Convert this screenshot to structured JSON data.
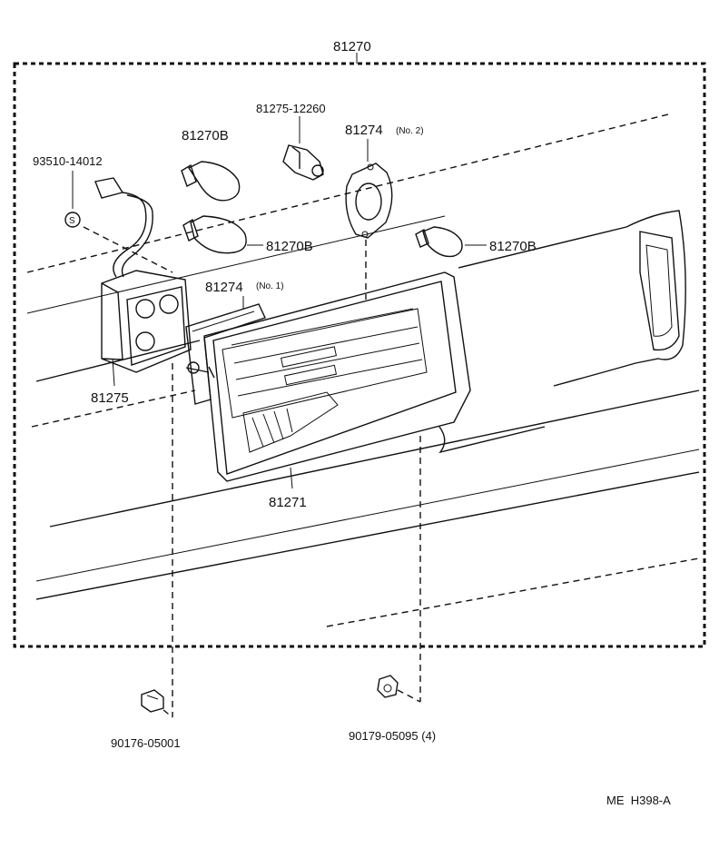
{
  "diagram": {
    "assembly_label": "81270",
    "drawing_code": "ME  H398-A",
    "parts": [
      {
        "id": "bulb-top",
        "label": "81270B"
      },
      {
        "id": "socket-top",
        "label": "81275-12260"
      },
      {
        "id": "gasket-no2",
        "label": "81274",
        "note": "(No. 2)"
      },
      {
        "id": "connector",
        "label": "93510-14012"
      },
      {
        "id": "bulb-middle",
        "label": "81270B"
      },
      {
        "id": "bulb-right",
        "label": "81270B"
      },
      {
        "id": "gasket-no1",
        "label": "81274",
        "note": "(No. 1)"
      },
      {
        "id": "socket-housing",
        "label": "81275"
      },
      {
        "id": "lens",
        "label": "81271"
      },
      {
        "id": "nut-left",
        "label": "90176-05001"
      },
      {
        "id": "nut-right",
        "label": "90179-05095 (4)"
      }
    ],
    "connector_symbol": "S"
  }
}
